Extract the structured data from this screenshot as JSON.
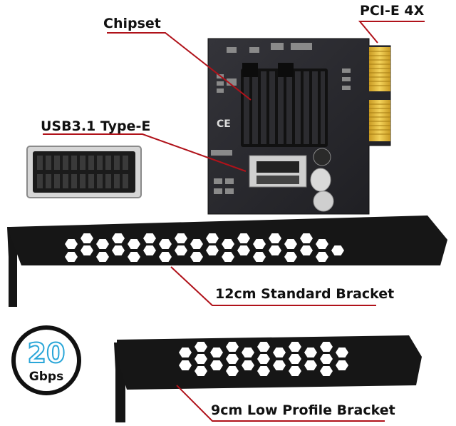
{
  "labels": {
    "chipset": "Chipset",
    "pcie": "PCI-E 4X",
    "usb": "USB3.1 Type-E",
    "standard_bracket": "12cm Standard Bracket",
    "low_profile_bracket": "9cm Low Profile Bracket"
  },
  "badge": {
    "speed": "20",
    "unit": "Gbps"
  },
  "colors": {
    "leader_line": "#b0121a",
    "pcb": "#26262a",
    "gold_contacts": "#e0b73a",
    "bracket": "#141414",
    "badge_blue": "#2aa6d8"
  }
}
